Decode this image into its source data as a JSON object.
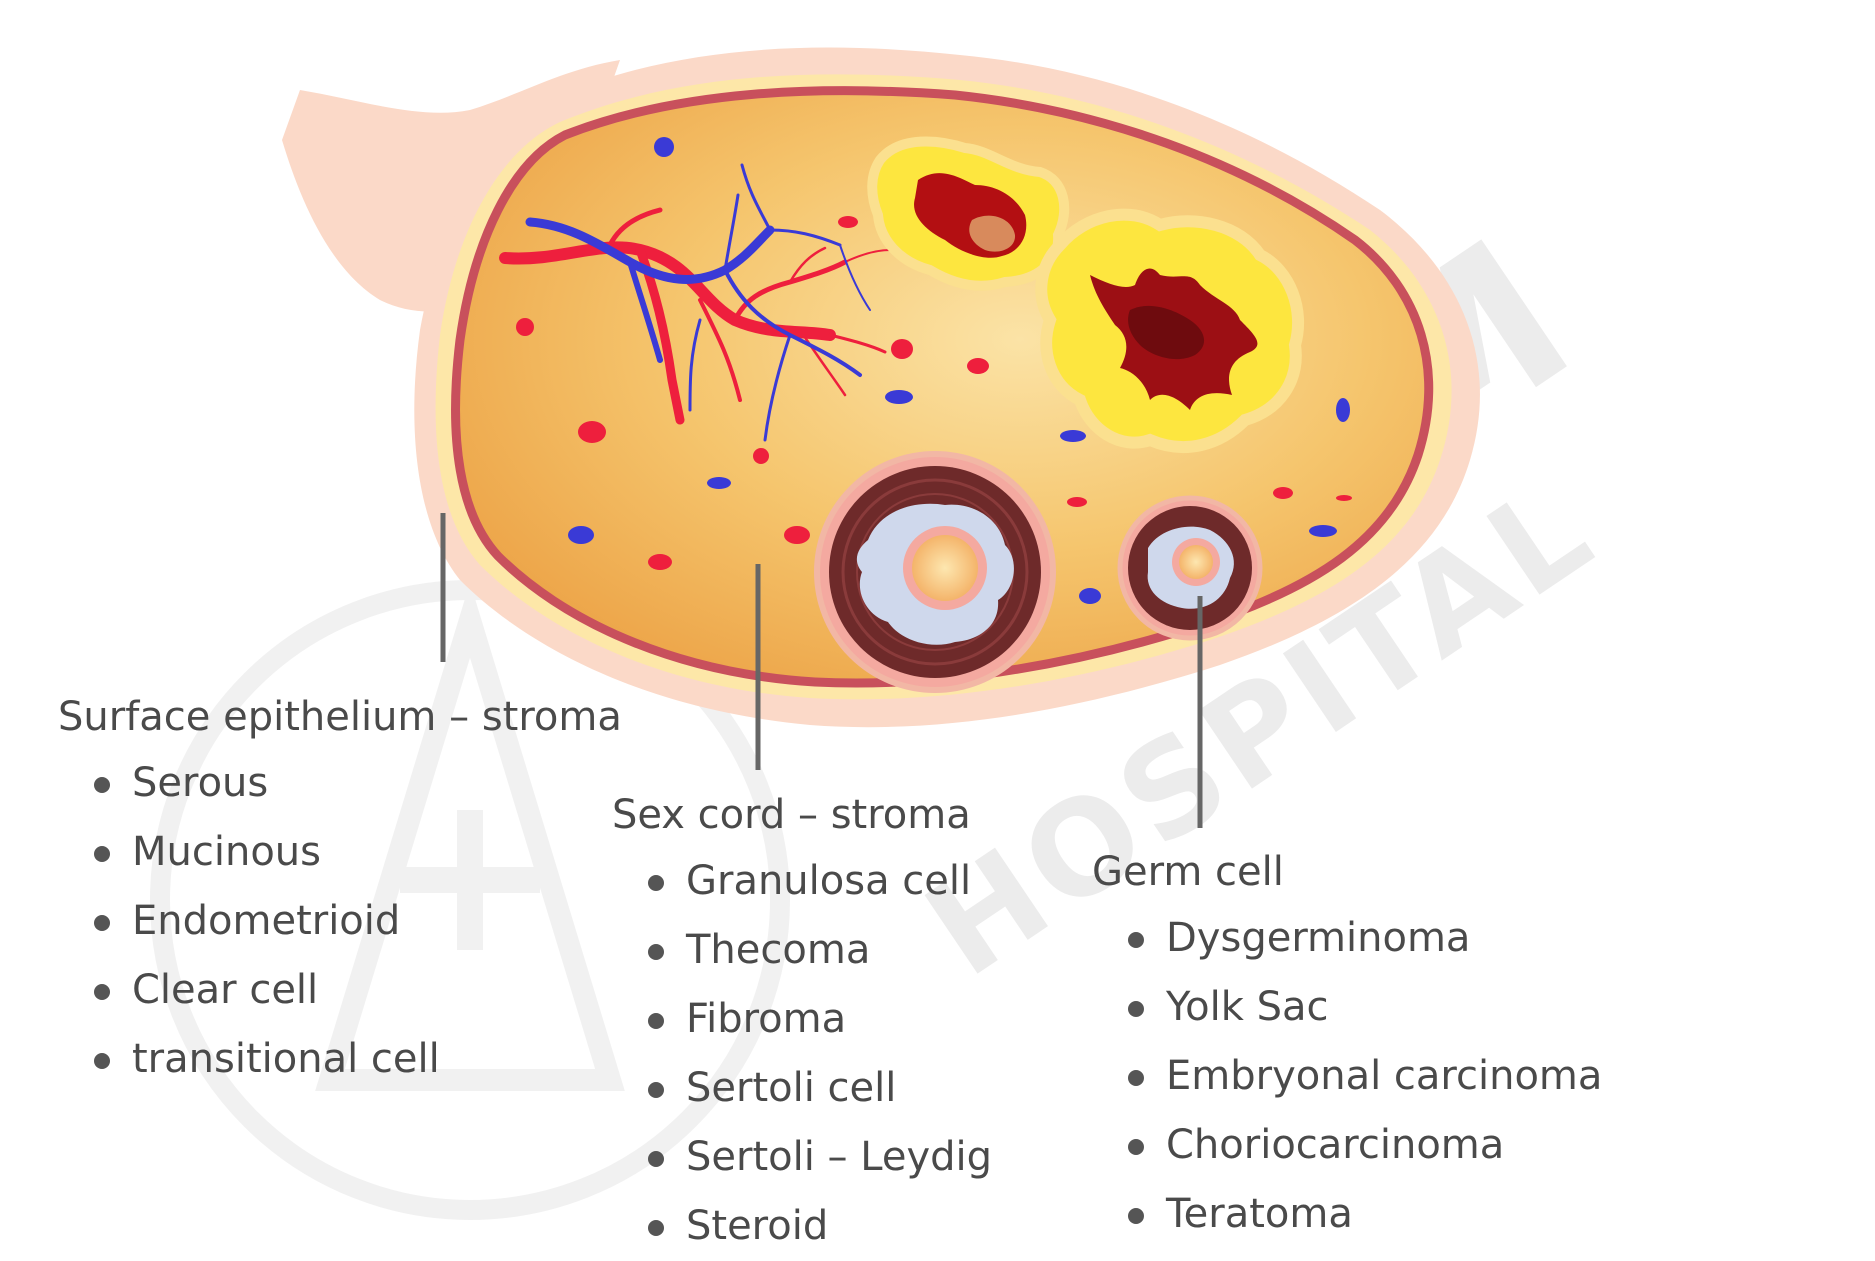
{
  "watermark": {
    "line1": "BAM",
    "line2": "HOSPITAL"
  },
  "groups": {
    "surface": {
      "title": "Surface epithelium – stroma",
      "items": [
        "Serous",
        "Mucinous",
        "Endometrioid",
        "Clear cell",
        "transitional cell"
      ]
    },
    "sexcord": {
      "title": "Sex cord – stroma",
      "items": [
        "Granulosa cell",
        "Thecoma",
        "Fibroma",
        "Sertoli cell",
        "Sertoli – Leydig",
        "Steroid"
      ]
    },
    "germ": {
      "title": "Germ cell",
      "items": [
        "Dysgerminoma",
        "Yolk Sac",
        "Embryonal carcinoma",
        "Choriocarcinoma",
        "Teratoma"
      ]
    }
  },
  "colors": {
    "stroma": "#f3b357",
    "capsule": "#c8505c",
    "outer_tissue": "#fbd9c8",
    "artery": "#ee1f3d",
    "vein": "#3a3ad6",
    "follicle_ring": "#6e2a2a",
    "corpus_yellow": "#fde63f",
    "leader_line": "#666666",
    "text": "#4a4a4a"
  }
}
